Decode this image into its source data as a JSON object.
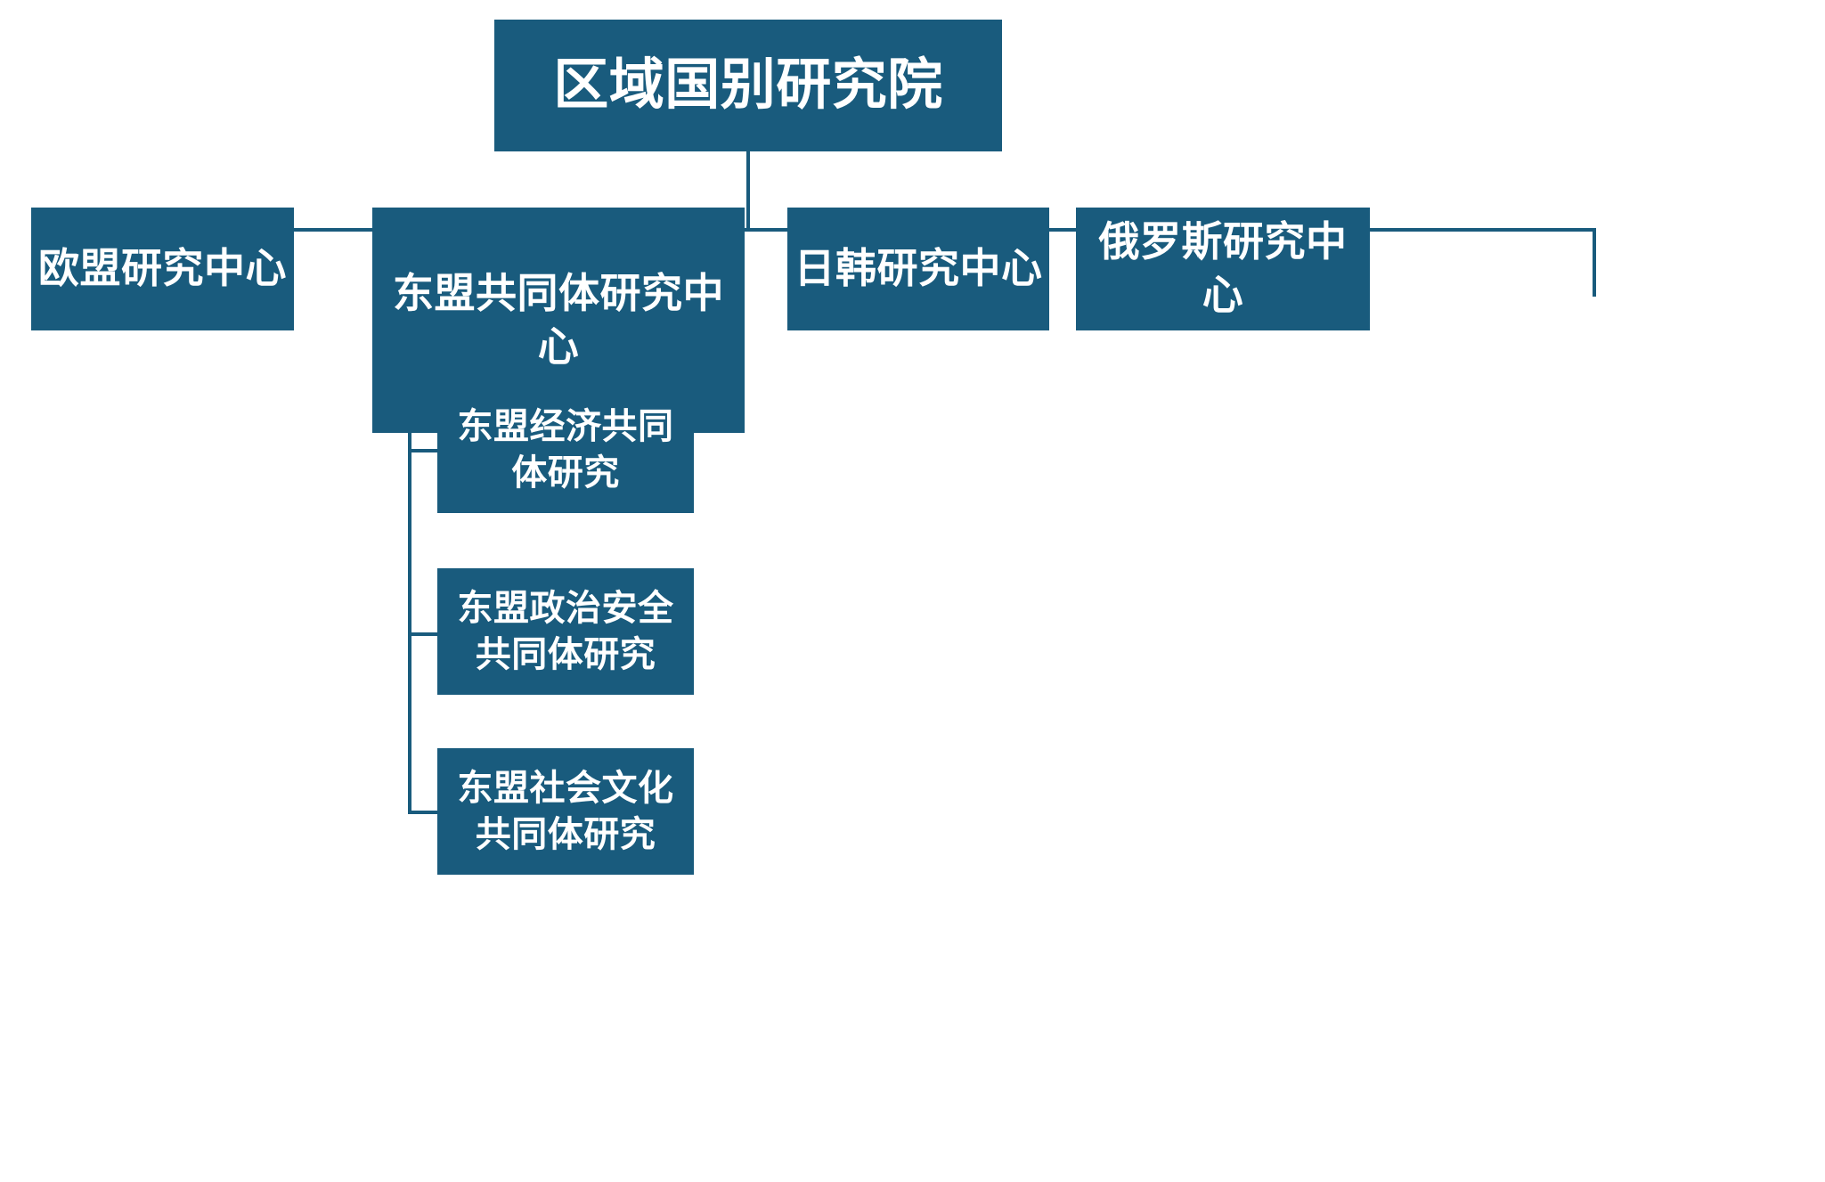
{
  "diagram": {
    "type": "organizational-chart",
    "orientation": "top-down",
    "title_text": "区域国别研究院",
    "colors": {
      "node_fill": "#195B7D",
      "node_text": "#FFFFFF",
      "connector": "#195B7D",
      "background": "#FFFFFF"
    },
    "root": {
      "label": "区域国别研究院",
      "level": 1
    },
    "level2": [
      {
        "label": "欧盟研究中心",
        "level": 2,
        "children_count": 0
      },
      {
        "label": "东盟共同体研究中心",
        "level": 2,
        "children_count": 3
      },
      {
        "label": "日韩研究中心",
        "level": 2,
        "children_count": 0
      },
      {
        "label": "俄罗斯研究中心",
        "level": 2,
        "children_count": 0
      }
    ],
    "level3": [
      {
        "label": "东盟经济共同体研究",
        "line1": "东盟经济共同",
        "line2": "体研究",
        "level": 3,
        "parent": "东盟共同体研究中心"
      },
      {
        "label": "东盟政治安全共同体研究",
        "line1": "东盟政治安全",
        "line2": "共同体研究",
        "level": 3,
        "parent": "东盟共同体研究中心"
      },
      {
        "label": "东盟社会文化共同体研究",
        "line1": "东盟社会文化",
        "line2": "共同体研究",
        "level": 3,
        "parent": "东盟共同体研究中心"
      }
    ]
  }
}
